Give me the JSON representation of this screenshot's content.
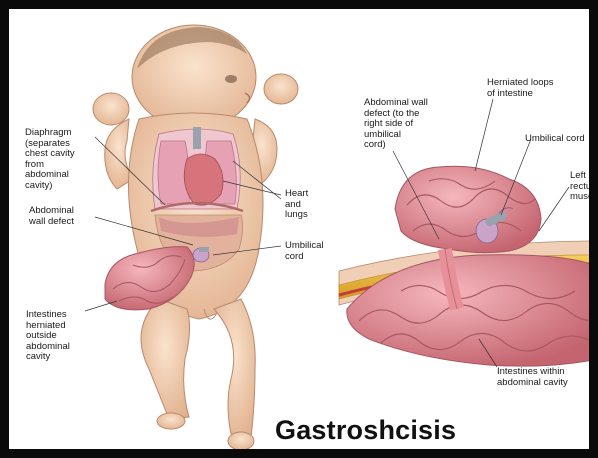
{
  "title": "Gastroshcisis",
  "labels": {
    "diaphragm": "Diaphragm\n(separates\nchest cavity\nfrom\nabdominal\ncavity)",
    "abdominal_wall_defect": "Abdominal\nwall defect",
    "heart_lungs": "Heart\nand\nlungs",
    "umbilical_cord_left": "Umbilical\ncord",
    "intestines_herniated": "Intestines\nherniated\noutside\nabdominal\ncavity",
    "defect_right_side": "Abdominal wall\ndefect (to the\nright side of\numbilical\ncord)",
    "herniated_loops": "Herniated loops\nof intestine",
    "umbilical_cord_right": "Umbilical cord",
    "left_rectus": "Left\nrectus\nmuscle",
    "intestines_within": "Intestines within\nabdominal cavity"
  },
  "colors": {
    "skin": "#f2d2b6",
    "skin_shadow": "#d9a98a",
    "intestine": "#e8909a",
    "intestine_dark": "#b85b68",
    "heart": "#d6737b",
    "lung": "#e6a2b4",
    "cord": "#c9a3c9",
    "fat": "#e8b73a",
    "frame": "#0a0a0a"
  }
}
